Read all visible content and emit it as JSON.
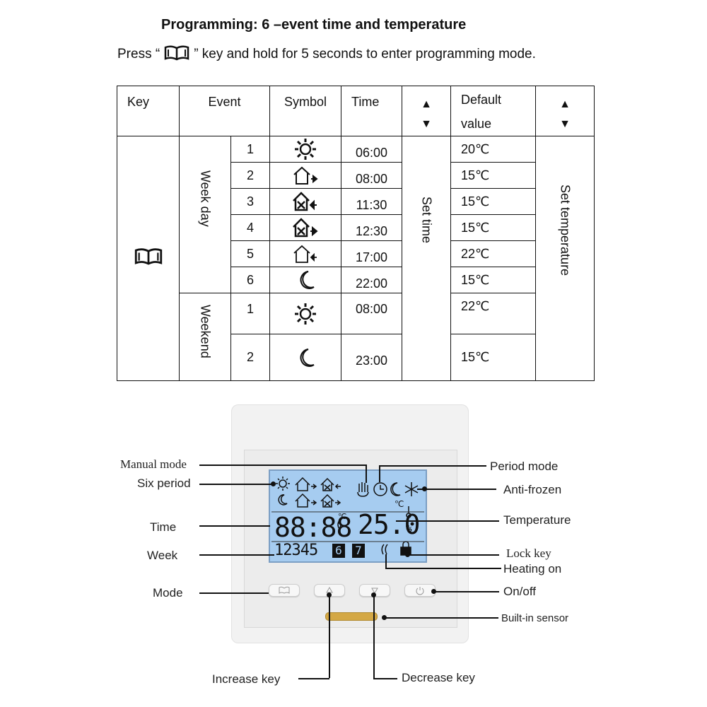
{
  "heading": "Programming: 6 –event time and temperature",
  "intro": {
    "before": "Press “",
    "after": "” key and hold for 5 seconds to enter programming mode."
  },
  "table": {
    "headers": {
      "key": "Key",
      "event": "Event",
      "symbol": "Symbol",
      "time": "Time",
      "arrows": "▲\n▼",
      "default_value": "Default value"
    },
    "set_time": "Set time",
    "set_temperature": "Set temperature",
    "groups": [
      {
        "name": "Week day",
        "rows": [
          {
            "n": "1",
            "icon": "sun-icon",
            "time": "06:00",
            "temp": "20℃"
          },
          {
            "n": "2",
            "icon": "leave-home-icon",
            "time": "08:00",
            "temp": "15℃"
          },
          {
            "n": "3",
            "icon": "return-home-icon",
            "time": "11:30",
            "temp": "15℃"
          },
          {
            "n": "4",
            "icon": "leave-home-again-icon",
            "time": "12:30",
            "temp": "15℃"
          },
          {
            "n": "5",
            "icon": "return-evening-icon",
            "time": "17:00",
            "temp": "22℃"
          },
          {
            "n": "6",
            "icon": "moon-icon",
            "time": "22:00",
            "temp": "15℃"
          }
        ]
      },
      {
        "name": "Weekend",
        "rows": [
          {
            "n": "1",
            "icon": "sun-icon",
            "time": "08:00",
            "temp": "22℃"
          },
          {
            "n": "2",
            "icon": "moon-icon",
            "time": "23:00",
            "temp": "15℃"
          }
        ]
      }
    ]
  },
  "device": {
    "lcd": {
      "clock": "88:88",
      "temperature": "25.0",
      "percent": "%",
      "week_days": "12345",
      "day6": "6",
      "day7": "7"
    },
    "labels": {
      "manual_mode": "Manual mode",
      "six_period": "Six period",
      "time": "Time",
      "week": "Week",
      "mode": "Mode",
      "period_mode": "Period mode",
      "anti_frozen": "Anti-frozen",
      "temperature": "Temperature",
      "lock_key": "Lock key",
      "heating_on": "Heating on",
      "on_off": "On/off",
      "built_in_sensor": "Built-in sensor",
      "increase_key": "Increase key",
      "decrease_key": "Decrease key"
    }
  }
}
